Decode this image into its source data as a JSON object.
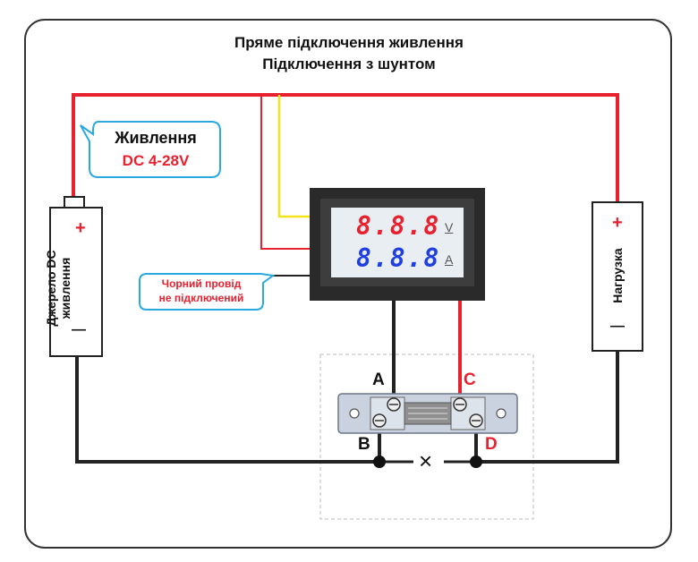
{
  "title": {
    "line1": "Пряме підключення живлення",
    "line2": "Підключення з шунтом"
  },
  "power_callout": {
    "label": "Живлення",
    "value": "DC 4-28V"
  },
  "black_wire_callout": {
    "line1": "Чорний провід",
    "line2": "не підключений"
  },
  "source": {
    "label_line1": "Джерело DC",
    "label_line2": "живлення",
    "plus": "+",
    "minus": "—"
  },
  "load": {
    "label": "Нагрузка",
    "plus": "+",
    "minus": "—"
  },
  "meter": {
    "voltage_display": "8.8.8",
    "voltage_unit": "V",
    "current_display": "8.8.8",
    "current_unit": "A"
  },
  "points": {
    "a": "A",
    "b": "B",
    "c": "C",
    "d": "D",
    "cut": "×"
  },
  "colors": {
    "red_wire": "#e8212f",
    "black_wire": "#222222",
    "yellow_wire": "#f2e41c",
    "callout_border": "#29a9e0",
    "voltage_digits": "#e8212f",
    "current_digits": "#1f3fe0",
    "label_red": "#e8212f"
  }
}
